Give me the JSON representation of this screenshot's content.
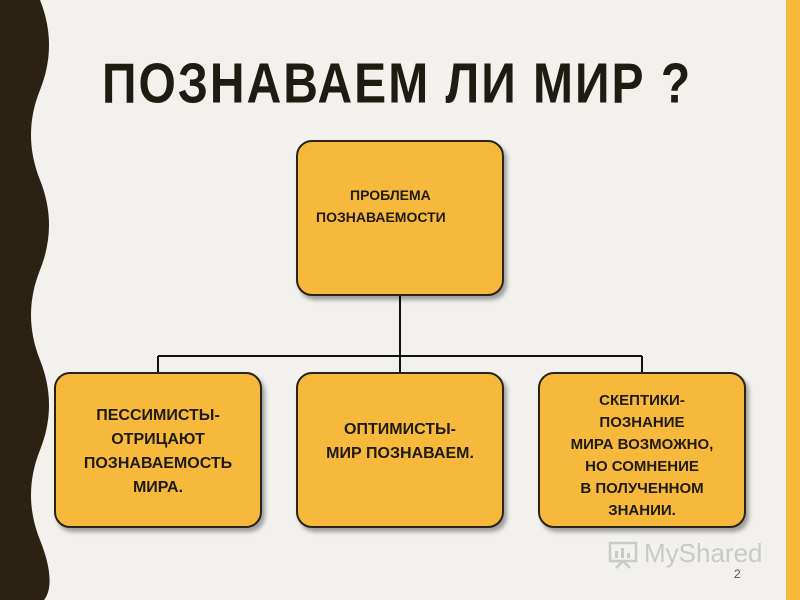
{
  "slide": {
    "title": "ПОЗНАВАЕМ ЛИ МИР ?",
    "page_number": "2",
    "colors": {
      "box_fill": "#f6b93b",
      "left_band": "#2b2214",
      "background": "#f2f1ee"
    }
  },
  "diagram": {
    "root": {
      "lines": [
        "ПРОБЛЕМА",
        "ПОЗНАВАЕМОСТИ"
      ]
    },
    "children": [
      {
        "lines": [
          "ПЕССИМИСТЫ-",
          "ОТРИЦАЮТ",
          "ПОЗНАВАЕМОСТЬ",
          "МИРА."
        ]
      },
      {
        "lines": [
          "ОПТИМИСТЫ-",
          "МИР ПОЗНАВАЕМ."
        ]
      },
      {
        "lines": [
          "СКЕПТИКИ-",
          "ПОЗНАНИЕ",
          "МИРА ВОЗМОЖНО,",
          "НО СОМНЕНИЕ",
          "В ПОЛУЧЕННОМ",
          "ЗНАНИИ."
        ]
      }
    ]
  },
  "watermark": {
    "text": "MyShared",
    "icon": "myshared-logo-icon"
  }
}
